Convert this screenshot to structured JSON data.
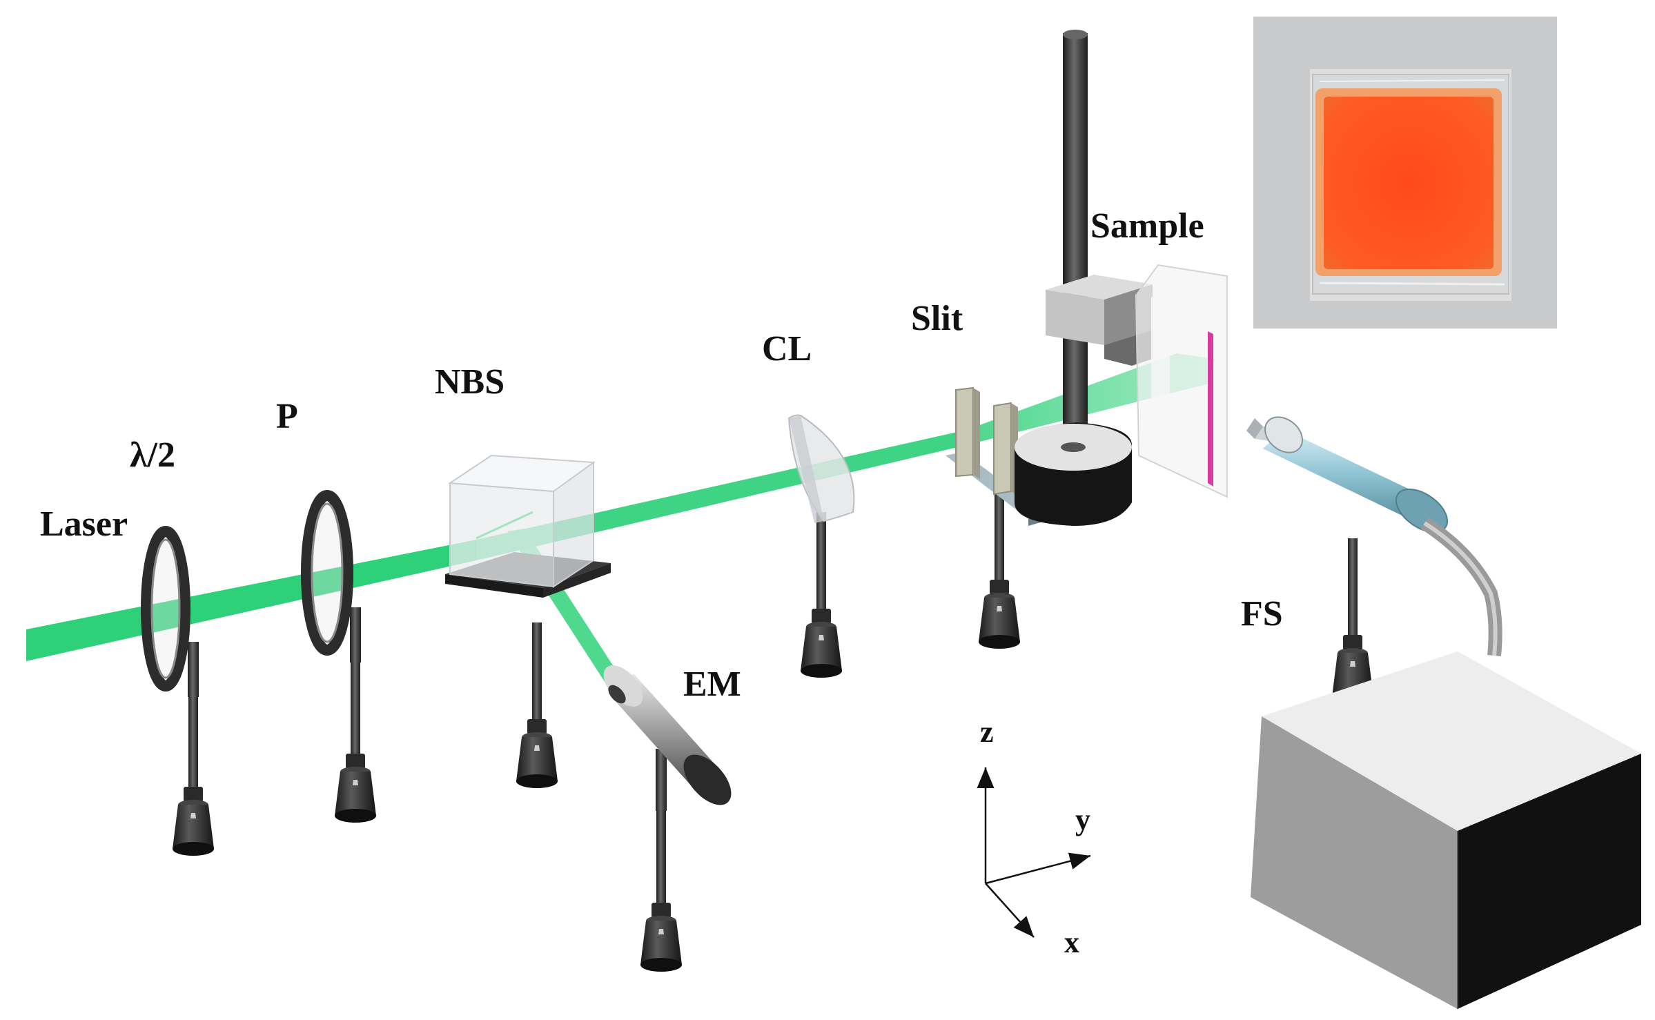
{
  "diagram": {
    "labels": {
      "laser": "Laser",
      "half_wave": "λ/2",
      "polarizer": "P",
      "nbs": "NBS",
      "cl": "CL",
      "slit": "Slit",
      "sample": "Sample",
      "em": "EM",
      "fs": "FS"
    },
    "axes": {
      "z": "z",
      "y": "y",
      "x": "x"
    },
    "colors": {
      "beam": "#2fd07a",
      "sample_film": "#ff4a1c",
      "sample_edge": "#d83aa0",
      "post": "#3a3a3a",
      "block": "#c8c8c8"
    }
  }
}
